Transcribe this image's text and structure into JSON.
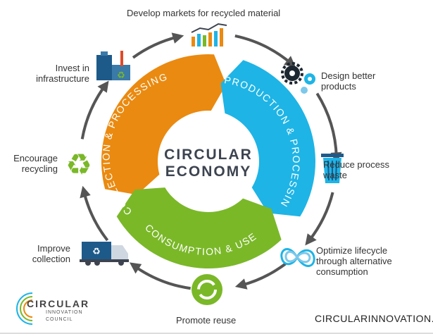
{
  "center": {
    "line1": "CIRCULAR",
    "line2": "ECONOMY"
  },
  "segments": [
    {
      "label": "COLLECTION & PROCESSING",
      "color": "#ea8a10"
    },
    {
      "label": "PRODUCTION & PROCESSING",
      "color": "#1eb4e6"
    },
    {
      "label": "CONSUMPTION & USE",
      "color": "#7ab828"
    }
  ],
  "steps": {
    "develop": "Develop markets for recycled material",
    "design_1": "Design better",
    "design_2": "products",
    "reduce_1": "Reduce process",
    "reduce_2": "waste",
    "optimize_1": "Optimize lifecycle",
    "optimize_2": "through alternative",
    "optimize_3": "consumption",
    "reuse": "Promote reuse",
    "collection_1": "Improve",
    "collection_2": "collection",
    "recycling_1": "Encourage",
    "recycling_2": "recycling",
    "invest_1": "Invest in",
    "invest_2": "infrastructure"
  },
  "icons": [
    "bar-chart-icon",
    "gears-icon",
    "trash-bin-icon",
    "infinity-icon",
    "reuse-arrows-icon",
    "recycling-truck-icon",
    "recycle-icon",
    "factory-icon"
  ],
  "logo": {
    "line1": "CIRCULAR",
    "line2": "INNOVATION",
    "line3": "COUNCIL"
  },
  "website": "CIRCULARINNOVATION.CA",
  "colors": {
    "arrow": "#555555",
    "text": "#333333",
    "center_text": "#3d4450",
    "dark_blue": "#1d5a8a"
  }
}
